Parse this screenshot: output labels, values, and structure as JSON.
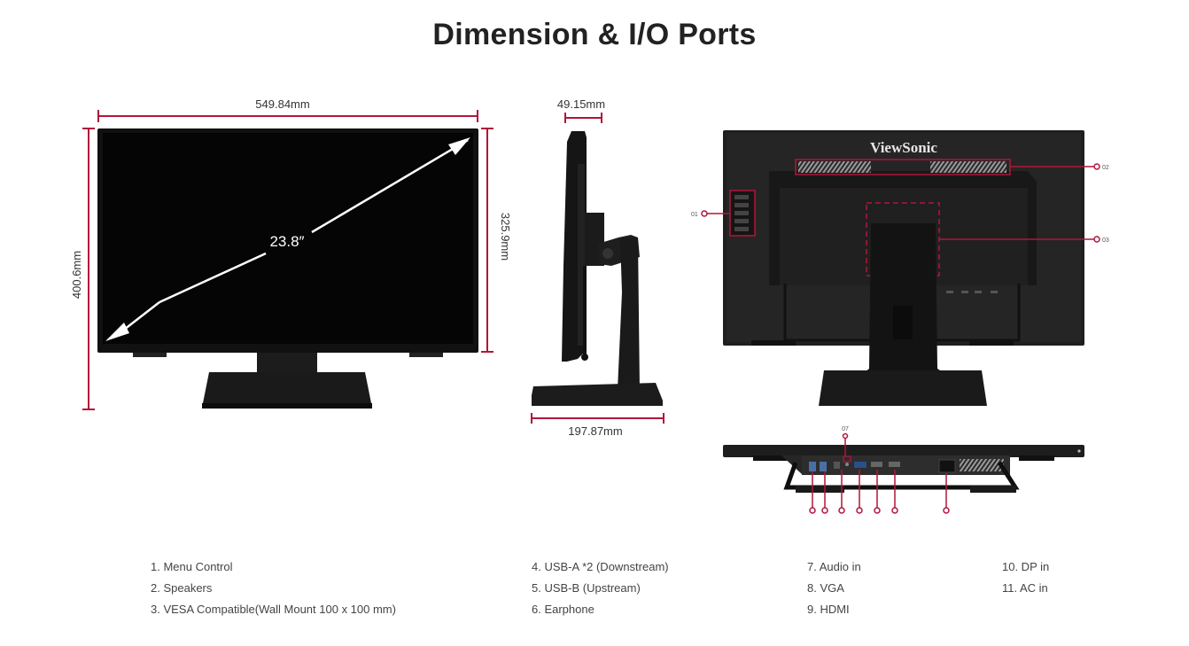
{
  "title": "Dimension & I/O Ports",
  "dimensions": {
    "width": "549.84mm",
    "height_total": "400.6mm",
    "height_panel": "325.9mm",
    "diagonal": "23.8″",
    "depth_panel": "49.15mm",
    "depth_base": "197.87mm"
  },
  "brand_logo": "ViewSonic",
  "port_callouts": [
    "01",
    "02",
    "03",
    "07"
  ],
  "legend": {
    "col1": [
      "1. Menu Control",
      "2. Speakers",
      "3. VESA Compatible(Wall Mount 100 x 100 mm)"
    ],
    "col2": [
      "4. USB-A *2 (Downstream)",
      "5. USB-B (Upstream)",
      "6. Earphone"
    ],
    "col3": [
      "7. Audio in",
      "8. VGA",
      "9. HDMI"
    ],
    "col4": [
      "10. DP in",
      "11. AC in"
    ]
  },
  "colors": {
    "accent": "#b0163a",
    "device": "#111111",
    "screen": "#050505"
  }
}
